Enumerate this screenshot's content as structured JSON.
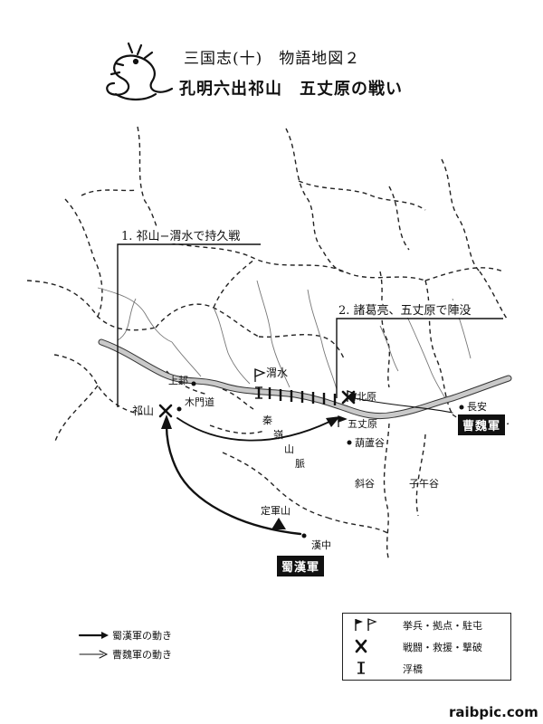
{
  "title": {
    "line1": "三国志(十)　物語地図２",
    "line2": "孔明六出祁山　五丈原の戦い"
  },
  "callouts": {
    "first": "1. 祁山−渭水で持久戦",
    "second": "2. 諸葛亮、五丈原で陣没"
  },
  "places": {
    "shangfu": "上邽",
    "mumendao": "木門道",
    "qishan": "祁山",
    "weishui": "渭水",
    "beiyuan": "北原",
    "changan": "長安",
    "wuzhangyuan": "五丈原",
    "huluogu": "葫蘆谷",
    "qin": "秦",
    "ling": "嶺",
    "shan": "山",
    "mai": "脈",
    "xiegu": "斜谷",
    "ziwugu": "子午谷",
    "dingjunshan": "定軍山",
    "hanzhong": "漢中"
  },
  "armies": {
    "wei": "曹魏軍",
    "shu": "蜀漢軍"
  },
  "movement_legend": {
    "shu": "蜀漢軍の動き",
    "wei": "曹魏軍の動き"
  },
  "symbol_legend": {
    "flag": "挙兵・拠点・駐屯",
    "battle": "戦闘・救援・撃破",
    "bridge": "浮橋"
  },
  "watermark": "raibpic.com",
  "icons": [
    "dragon-icon",
    "flag-icon",
    "battle-x-icon",
    "pontoon-bridge-icon",
    "mountain-icon",
    "city-dot-icon",
    "arrow-icon"
  ]
}
